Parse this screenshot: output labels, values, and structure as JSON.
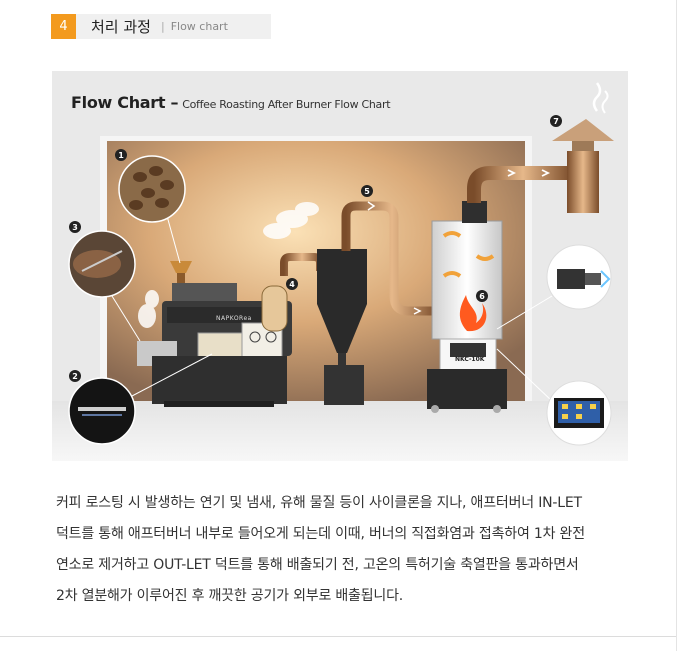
{
  "section": {
    "number": "4",
    "title": "처리 과정",
    "subtitle": "Flow chart"
  },
  "figure": {
    "title": "Flow Chart –",
    "subtitle": "Coffee Roasting After Burner Flow Chart",
    "roaster_brand": "NAPKORea",
    "burner_model": "NKC-10K",
    "markers": [
      "1",
      "2",
      "3",
      "4",
      "5",
      "6",
      "7"
    ]
  },
  "description": [
    "커피 로스팅 시 발생하는 연기 및 냄새, 유해 물질 등이 사이클론을 지나, 애프터버너 IN-LET",
    "덕트를 통해 애프터버너 내부로 들어오게 되는데 이때, 버너의 직접화염과 접촉하여 1차 완전",
    "연소로 제거하고 OUT-LET 덕트를 통해 배출되기 전, 고온의 특허기술 축열판을 통과하면서",
    "2차 열분해가 이루어진 후 깨끗한 공기가 외부로 배출됩니다."
  ],
  "colors": {
    "accent": "#f39a1e",
    "flame": "#ff5a1f"
  }
}
